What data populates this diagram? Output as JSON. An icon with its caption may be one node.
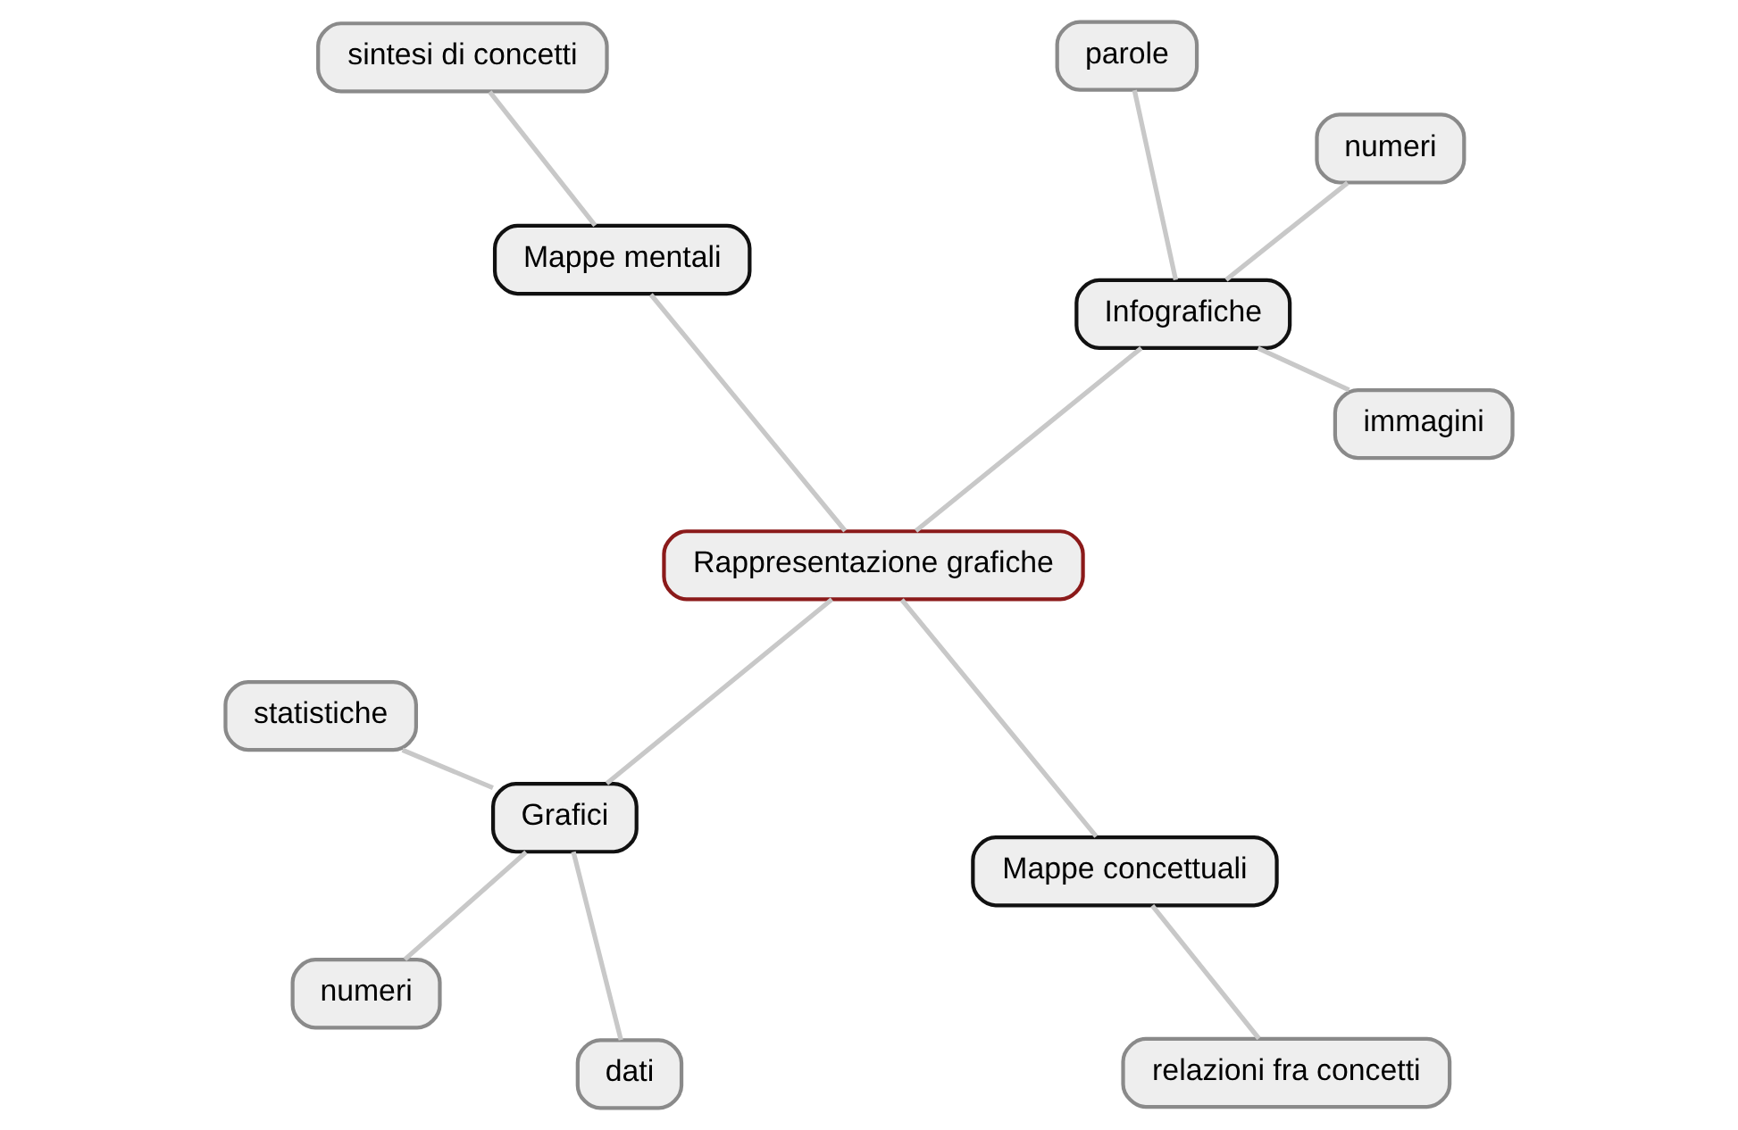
{
  "diagram": {
    "nodes": [
      {
        "text": [
          "Rappresentazione grafiche"
        ]
      },
      {
        "text": [
          "Infografiche"
        ]
      },
      {
        "text": [
          "immagini"
        ]
      },
      {
        "text": [
          "parole"
        ]
      },
      {
        "text": [
          "numeri"
        ]
      },
      {
        "text": [
          "Grafici"
        ]
      },
      {
        "text": [
          "statistiche"
        ]
      },
      {
        "text": [
          "dati"
        ]
      },
      {
        "text": [
          "numeri"
        ]
      },
      {
        "text": [
          "Mappe concettuali"
        ]
      },
      {
        "text": [
          "relazioni fra concetti"
        ]
      },
      {
        "text": [
          "Mappe mentali"
        ]
      },
      {
        "text": [
          "sintesi di concetti"
        ]
      }
    ],
    "edges": [
      {
        "from": 0,
        "to": 1,
        "arrow": "none"
      },
      {
        "from": 1,
        "to": 2,
        "arrow": "none"
      },
      {
        "from": 1,
        "to": 3,
        "arrow": "none"
      },
      {
        "from": 1,
        "to": 4,
        "arrow": "none"
      },
      {
        "from": 0,
        "to": 5,
        "arrow": "none"
      },
      {
        "from": 5,
        "to": 6,
        "arrow": "none"
      },
      {
        "from": 5,
        "to": 7,
        "arrow": "none"
      },
      {
        "from": 5,
        "to": 8,
        "arrow": "none"
      },
      {
        "from": 0,
        "to": 9,
        "arrow": "none"
      },
      {
        "from": 9,
        "to": 10,
        "arrow": "none"
      },
      {
        "from": 0,
        "to": 11,
        "arrow": "none"
      },
      {
        "from": 11,
        "to": 12,
        "arrow": "none"
      }
    ]
  }
}
